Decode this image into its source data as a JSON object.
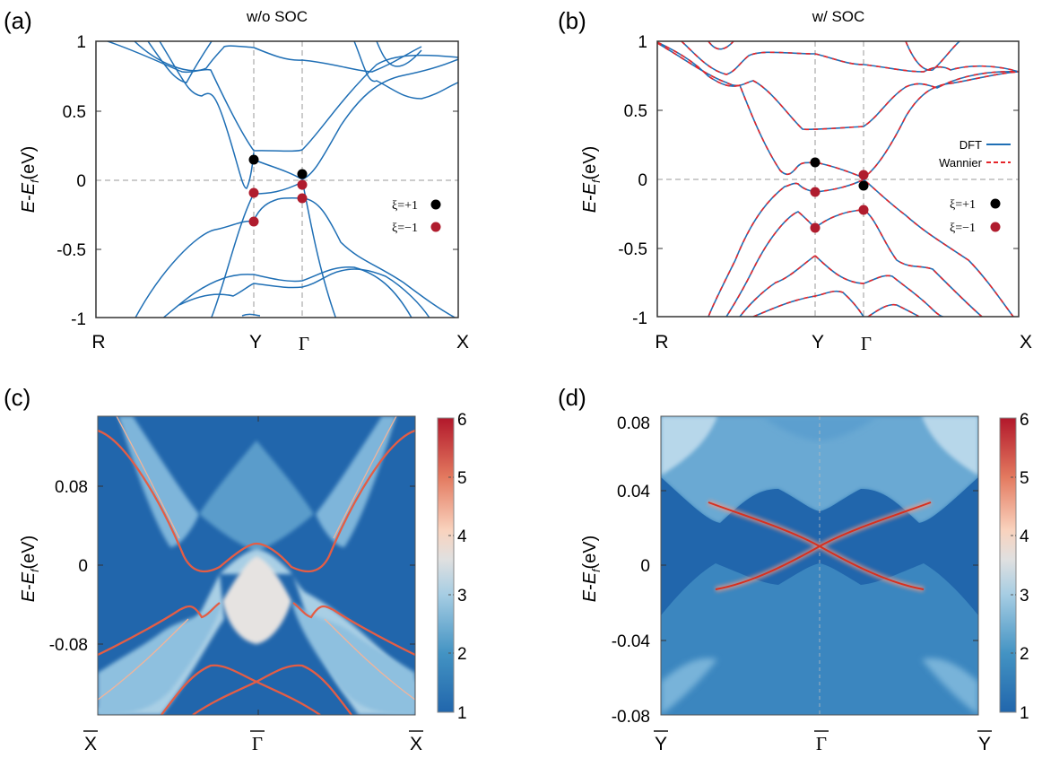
{
  "figure": {
    "panels": {
      "a": {
        "tag": "(a)",
        "title": "w/o SOC"
      },
      "b": {
        "tag": "(b)",
        "title": "w/ SOC"
      },
      "c": {
        "tag": "(c)"
      },
      "d": {
        "tag": "(d)"
      }
    },
    "ylabel_E": "E",
    "ylabel_dash": "-",
    "ylabel_Ef": "E",
    "ylabel_sub": "f",
    "ylabel_unit": "(eV)",
    "legend": {
      "xi_plus": "ξ=+1",
      "xi_minus": "ξ=−1",
      "dft": "DFT",
      "wannier": "Wannier"
    }
  },
  "colors": {
    "band": "#1f6fb5",
    "wannier": "#e5262b",
    "parity_plus": "#000000",
    "parity_minus": "#b01c2e",
    "heat_low": "#2166ac",
    "heat_high": "#b2182b"
  },
  "chart_data": [
    {
      "panel": "a",
      "type": "line",
      "title": "w/o SOC",
      "xlabel": "",
      "ylabel": "E-E_f(eV)",
      "xticks": [
        "R",
        "Y",
        "Γ",
        "X"
      ],
      "yticks": [
        "1",
        "0.5",
        "0",
        "-0.5",
        "-1"
      ],
      "ylim": [
        -1,
        1
      ],
      "reference_lines": {
        "horizontal": 0,
        "vertical": [
          "Y",
          "Γ"
        ]
      },
      "parity_points": [
        {
          "k": "Y",
          "E": 0.15,
          "xi": 1
        },
        {
          "k": "Y",
          "E": -0.09,
          "xi": -1
        },
        {
          "k": "Y",
          "E": -0.3,
          "xi": -1
        },
        {
          "k": "Γ",
          "E": 0.04,
          "xi": 1
        },
        {
          "k": "Γ",
          "E": -0.04,
          "xi": -1
        },
        {
          "k": "Γ",
          "E": -0.13,
          "xi": -1
        }
      ],
      "legend": [
        "ξ=+1",
        "ξ=−1"
      ],
      "band_energies_at_Y": [
        0.92,
        0.35,
        0.15,
        -0.09,
        -0.3,
        -0.73,
        -0.78
      ],
      "band_energies_at_Γ": [
        0.85,
        0.37,
        0.04,
        -0.04,
        -0.13,
        -0.82,
        -0.88
      ]
    },
    {
      "panel": "b",
      "type": "line",
      "title": "w/ SOC",
      "xlabel": "",
      "ylabel": "E-E_f(eV)",
      "xticks": [
        "R",
        "Y",
        "Γ",
        "X"
      ],
      "yticks": [
        "1",
        "0.5",
        "0",
        "-0.5",
        "-1"
      ],
      "ylim": [
        -1,
        1
      ],
      "series": [
        {
          "name": "DFT",
          "style": "solid blue"
        },
        {
          "name": "Wannier",
          "style": "dashed red"
        }
      ],
      "parity_points": [
        {
          "k": "Y",
          "E": 0.13,
          "xi": 1
        },
        {
          "k": "Y",
          "E": -0.09,
          "xi": -1
        },
        {
          "k": "Y",
          "E": -0.35,
          "xi": -1
        },
        {
          "k": "Γ",
          "E": 0.03,
          "xi": -1
        },
        {
          "k": "Γ",
          "E": -0.04,
          "xi": 1
        },
        {
          "k": "Γ",
          "E": -0.22,
          "xi": -1
        }
      ],
      "legend": [
        "DFT",
        "Wannier",
        "ξ=+1",
        "ξ=−1"
      ],
      "band_energies_at_Y": [
        0.92,
        0.41,
        0.13,
        -0.09,
        -0.35,
        -0.55,
        -0.83
      ],
      "band_energies_at_Γ": [
        0.84,
        0.45,
        0.03,
        -0.04,
        -0.22,
        -0.75
      ]
    },
    {
      "panel": "c",
      "type": "heatmap",
      "xlabel": "",
      "ylabel": "E-E_f(eV)",
      "xticks": [
        "X̄",
        "Γ̄",
        "X̄"
      ],
      "yticks": [
        "0.08",
        "0",
        "-0.08"
      ],
      "ylim": [
        -0.15,
        0.15
      ],
      "colorbar": {
        "min": 1,
        "max": 6,
        "ticks": [
          "1",
          "2",
          "3",
          "4",
          "5",
          "6"
        ],
        "colormap": "RdBu_r"
      },
      "features": [
        "surface states crossing near -0.1 eV at Γ̄",
        "bulk conduction continuum peaking ~0.12 eV at Γ̄",
        "valence continuum top ~-0.015 eV at Γ̄"
      ]
    },
    {
      "panel": "d",
      "type": "heatmap",
      "xlabel": "",
      "ylabel": "E-E_f(eV)",
      "xticks": [
        "Ȳ",
        "Γ̄",
        "Ȳ"
      ],
      "yticks": [
        "0.08",
        "0.04",
        "0",
        "-0.04",
        "-0.08"
      ],
      "ylim": [
        -0.08,
        0.08
      ],
      "colorbar": {
        "min": 1,
        "max": 6,
        "ticks": [
          "1",
          "2",
          "3",
          "4",
          "5",
          "6"
        ],
        "colormap": "RdBu_r"
      },
      "features": [
        "Dirac-like surface state crossing at ~0.005 eV at Γ̄"
      ]
    }
  ],
  "axes": {
    "ab_yticks": [
      "1",
      "0.5",
      "0",
      "-0.5",
      "-1"
    ],
    "ab_xticks": [
      "R",
      "Y",
      "Γ",
      "X"
    ],
    "c_yticks": [
      "0.08",
      "0",
      "-0.08"
    ],
    "c_xticks": [
      "X",
      "Γ",
      "X"
    ],
    "d_yticks": [
      "0.08",
      "0.04",
      "0",
      "-0.04",
      "-0.08"
    ],
    "d_xticks": [
      "Y",
      "Γ",
      "Y"
    ],
    "cbar_ticks": [
      "6",
      "5",
      "4",
      "3",
      "2",
      "1"
    ]
  }
}
